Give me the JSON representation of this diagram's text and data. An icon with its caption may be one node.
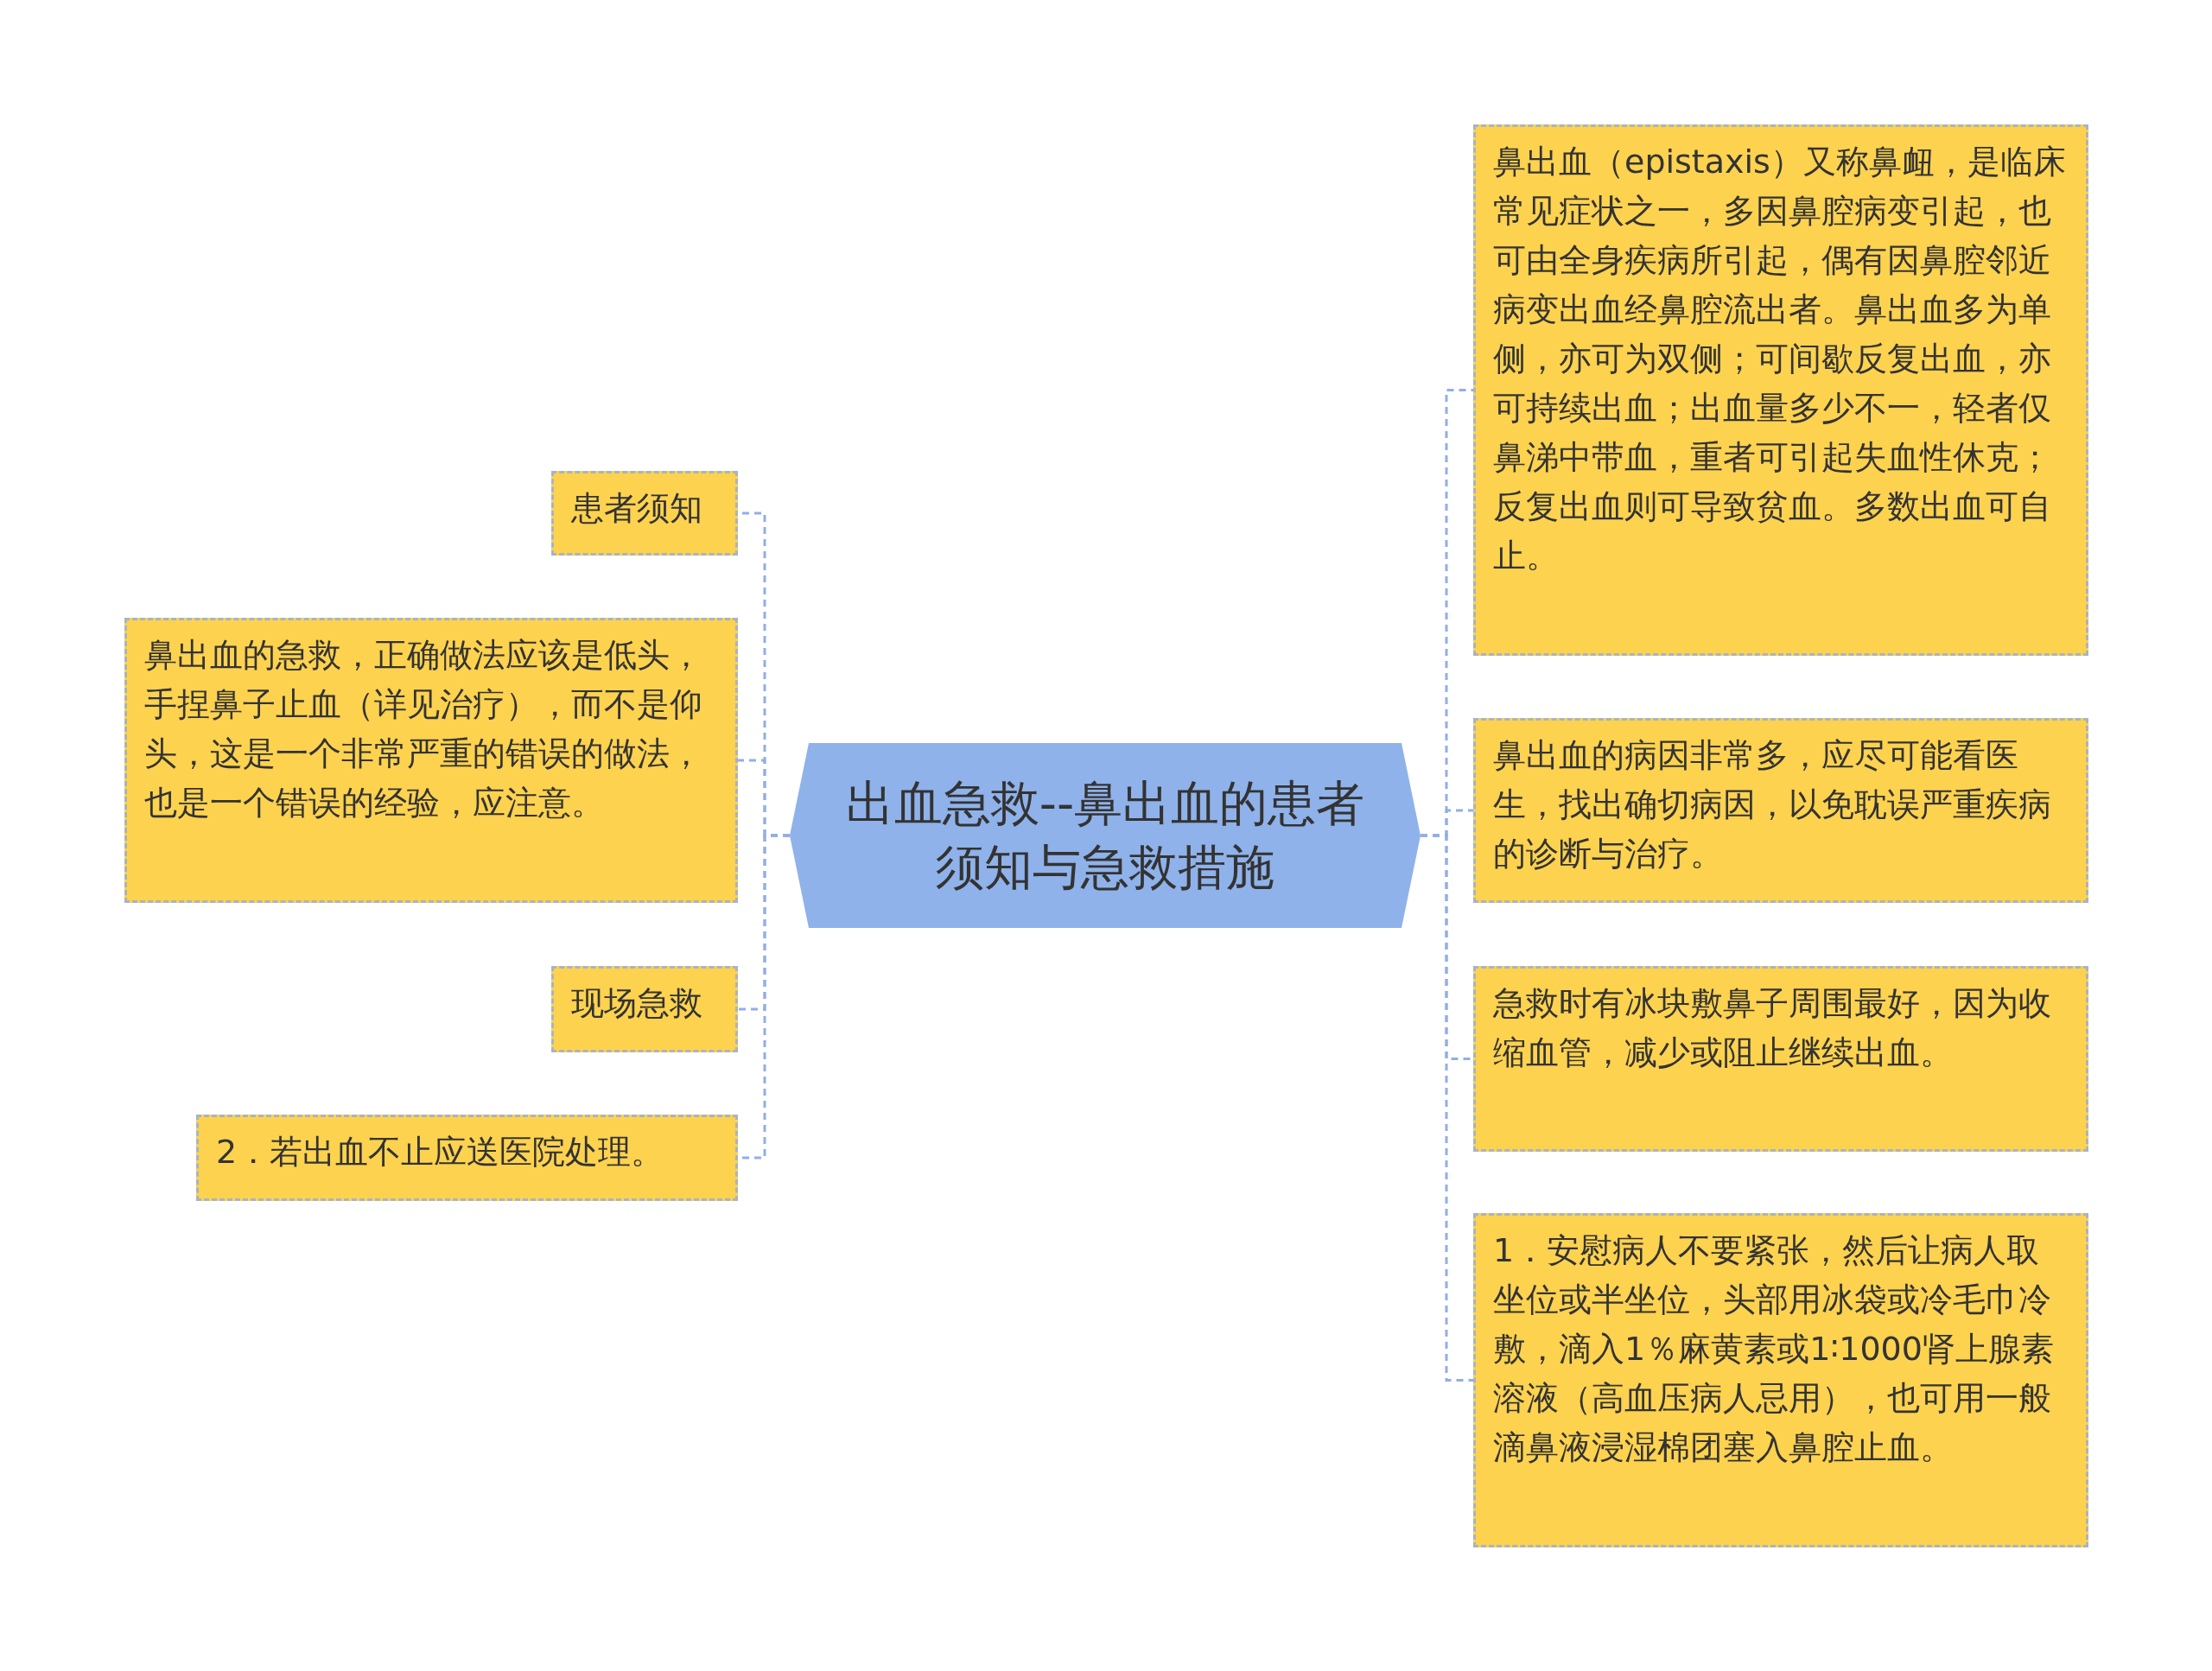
{
  "diagram": {
    "nodes": [
      {
        "text": [
          "出血急救--鼻出血的患者须知与急救措施"
        ]
      },
      {
        "text": [
          "患者须知"
        ]
      },
      {
        "text": [
          "鼻出血的急救，正确做法应该是低头，手捏鼻子止血（详见治疗），而不是仰头，这是一个非常严重的错误的做法，也是一个错误的经验，应注意。"
        ]
      },
      {
        "text": [
          "现场急救"
        ]
      },
      {
        "text": [
          "2．若出血不止应送医院处理。"
        ]
      },
      {
        "text": [
          "鼻出血（epistaxis）又称鼻衄，是临床常见症状之一，多因鼻腔病变引起，也可由全身疾病所引起，偶有因鼻腔邻近病变出血经鼻腔流出者。鼻出血多为单侧，亦可为双侧；可间歇反复出血，亦可持续出血；出血量多少不一，轻者仅鼻涕中带血，重者可引起失血性休克；反复出血则可导致贫血。多数出血可自止。"
        ]
      },
      {
        "text": [
          "鼻出血的病因非常多，应尽可能看医生，找出确切病因，以免耽误严重疾病的诊断与治疗。"
        ]
      },
      {
        "text": [
          "急救时有冰块敷鼻子周围最好，因为收缩血管，减少或阻止继续出血。"
        ]
      },
      {
        "text": [
          "1．安慰病人不要紧张，然后让病人取坐位或半坐位，头部用冰袋或冷毛巾冷敷，滴入1％麻黄素或1∶1000肾上腺素溶液（高血压病人忌用），也可用一般滴鼻液浸湿棉团塞入鼻腔止血。"
        ]
      }
    ],
    "edges": [
      {
        "from": 0,
        "to": 1,
        "arrow": "none",
        "style": "dashed"
      },
      {
        "from": 0,
        "to": 2,
        "arrow": "none",
        "style": "dashed"
      },
      {
        "from": 0,
        "to": 3,
        "arrow": "none",
        "style": "dashed"
      },
      {
        "from": 0,
        "to": 4,
        "arrow": "none",
        "style": "dashed"
      },
      {
        "from": 0,
        "to": 5,
        "arrow": "none",
        "style": "dashed"
      },
      {
        "from": 0,
        "to": 6,
        "arrow": "none",
        "style": "dashed"
      },
      {
        "from": 0,
        "to": 7,
        "arrow": "none",
        "style": "dashed"
      },
      {
        "from": 0,
        "to": 8,
        "arrow": "none",
        "style": "dashed"
      }
    ]
  }
}
